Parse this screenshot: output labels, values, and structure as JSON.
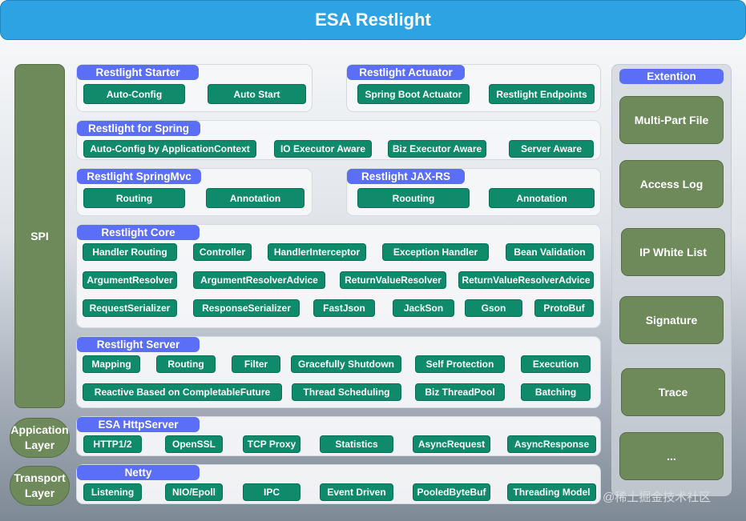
{
  "header": {
    "title": "ESA Restlight"
  },
  "left": {
    "spi": "SPI",
    "application_layer": "Appication\nLayer",
    "transport_layer": "Transport\nLayer"
  },
  "starter": {
    "title": "Restlight Starter",
    "items": [
      "Auto-Config",
      "Auto Start"
    ]
  },
  "actuator": {
    "title": "Restlight Actuator",
    "items": [
      "Spring Boot Actuator",
      "Restlight Endpoints"
    ]
  },
  "spring": {
    "title": "Restlight for Spring",
    "items": [
      "Auto-Config by ApplicationContext",
      "IO Executor Aware",
      "Biz Executor Aware",
      "Server Aware"
    ]
  },
  "springmvc": {
    "title": "Restlight SpringMvc",
    "items": [
      "Routing",
      "Annotation"
    ]
  },
  "jaxrs": {
    "title": "Restlight JAX-RS",
    "items": [
      "Roouting",
      "Annotation"
    ]
  },
  "core": {
    "title": "Restlight Core",
    "row1": [
      "Handler Routing",
      "Controller",
      "HandlerInterceptor",
      "Exception Handler",
      "Bean Validation"
    ],
    "row2": [
      "ArgumentResolver",
      "ArgumentResolverAdvice",
      "ReturnValueResolver",
      "ReturnValueResolverAdvice"
    ],
    "row3": [
      "RequestSerializer",
      "ResponseSerializer",
      "FastJson",
      "JackSon",
      "Gson",
      "ProtoBuf"
    ]
  },
  "server": {
    "title": "Restlight Server",
    "row1": [
      "Mapping",
      "Routing",
      "Filter",
      "Gracefully Shutdown",
      "Self Protection",
      "Execution"
    ],
    "row2": [
      "Reactive Based on CompletableFuture",
      "Thread Scheduling",
      "Biz ThreadPool",
      "Batching"
    ]
  },
  "httpserver": {
    "title": "ESA HttpServer",
    "items": [
      "HTTP1/2",
      "OpenSSL",
      "TCP Proxy",
      "Statistics",
      "AsyncRequest",
      "AsyncResponse"
    ]
  },
  "netty": {
    "title": "Netty",
    "items": [
      "Listening",
      "NIO/Epoll",
      "IPC",
      "Event Driven",
      "PooledByteBuf",
      "Threading Model"
    ]
  },
  "extention": {
    "title": "Extention",
    "items": [
      "Multi-Part File",
      "Access Log",
      "IP White List",
      "Signature",
      "Trace",
      "..."
    ]
  },
  "watermark": "@稀土掘金技术社区",
  "colors": {
    "header": "#2ea3e3",
    "title_pill": "#5a6ef7",
    "box": "#0f8a6a",
    "side": "#6f8a5a"
  }
}
